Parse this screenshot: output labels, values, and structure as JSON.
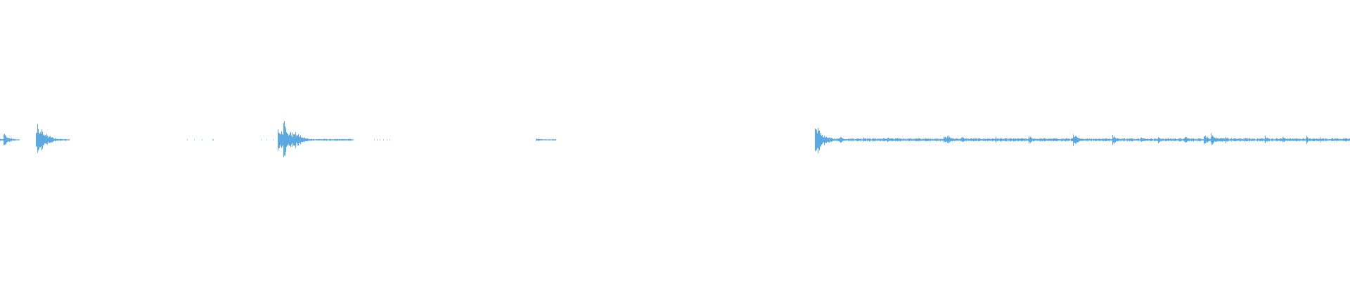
{
  "waveform": {
    "color": "#5aa9e2",
    "background": "#ffffff",
    "segments": [
      {
        "start": 0.0,
        "end": 0.008,
        "peak": 0.04,
        "decay": 0.5,
        "floor": 0.02
      },
      {
        "start": 0.027,
        "end": 0.052,
        "peak": 0.52,
        "decay": 0.08,
        "floor": 0.03
      },
      {
        "start": 0.139,
        "end": 0.162,
        "peak": 0.01,
        "decay": 1.0,
        "floor": 0.01,
        "sparse": true
      },
      {
        "start": 0.193,
        "end": 0.206,
        "peak": 0.01,
        "decay": 1.0,
        "floor": 0.01,
        "sparse": true
      },
      {
        "start": 0.206,
        "end": 0.262,
        "peak": 0.62,
        "decay": 0.06,
        "floor": 0.03
      },
      {
        "start": 0.27,
        "end": 0.29,
        "peak": 0.01,
        "decay": 1.0,
        "floor": 0.01,
        "sparse": true
      },
      {
        "start": 0.397,
        "end": 0.412,
        "peak": 0.05,
        "decay": 0.4,
        "floor": 0.02
      },
      {
        "start": 0.604,
        "end": 1.0,
        "peak": 0.42,
        "decay": 0.015,
        "floor": 0.05
      }
    ],
    "bursts": [
      0.003,
      0.028,
      0.21,
      0.219,
      0.398,
      0.606,
      0.622,
      0.64,
      0.657,
      0.699,
      0.702,
      0.712,
      0.738,
      0.762,
      0.795,
      0.824,
      0.845,
      0.858,
      0.878,
      0.892,
      0.897,
      0.908,
      0.922,
      0.937,
      0.95,
      0.968,
      0.978
    ],
    "burst_strength": [
      0.25,
      0.52,
      0.62,
      0.32,
      0.05,
      0.42,
      0.14,
      0.1,
      0.1,
      0.14,
      0.18,
      0.12,
      0.1,
      0.18,
      0.24,
      0.18,
      0.14,
      0.12,
      0.14,
      0.22,
      0.26,
      0.12,
      0.1,
      0.14,
      0.12,
      0.12,
      0.1
    ]
  }
}
